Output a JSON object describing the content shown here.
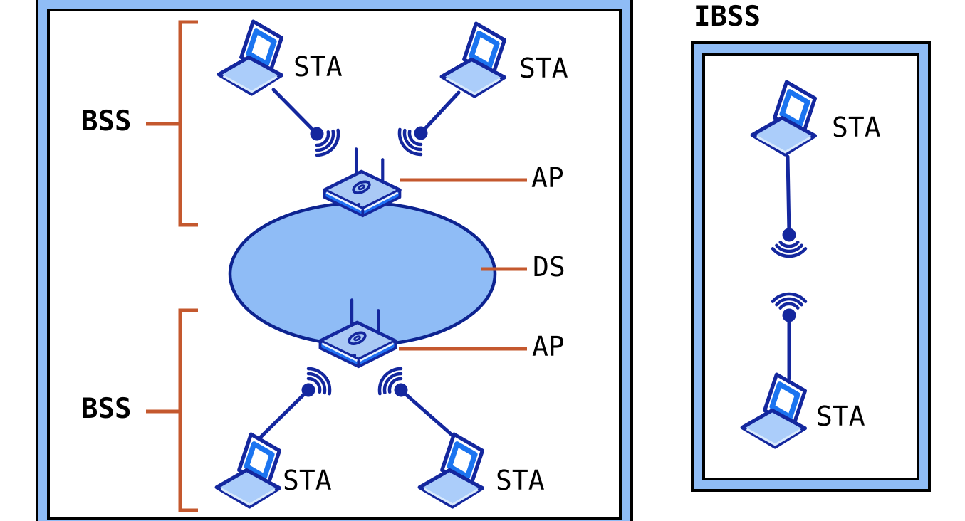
{
  "colors": {
    "navy": "#14279e",
    "navy-dark": "#0d2390",
    "bright-blue": "#1b74f0",
    "light-blue": "#abcdfa",
    "panel-blue": "#8fbcf6",
    "router-top": "#aac9f5",
    "router-front": "#1e6ff2",
    "orange": "#c4582e",
    "ink": "#000000",
    "paper": "#ffffff"
  },
  "diagram": {
    "main_panel": {
      "bss_groups": [
        {
          "label": "BSS"
        },
        {
          "label": "BSS"
        }
      ],
      "stations": [
        {
          "label": "STA"
        },
        {
          "label": "STA"
        },
        {
          "label": "STA"
        },
        {
          "label": "STA"
        }
      ],
      "access_points": [
        {
          "label": "AP"
        },
        {
          "label": "AP"
        }
      ],
      "distribution_system": {
        "label": "DS"
      }
    },
    "ibss_panel": {
      "title": "IBSS",
      "stations": [
        {
          "label": "STA"
        },
        {
          "label": "STA"
        }
      ]
    }
  }
}
